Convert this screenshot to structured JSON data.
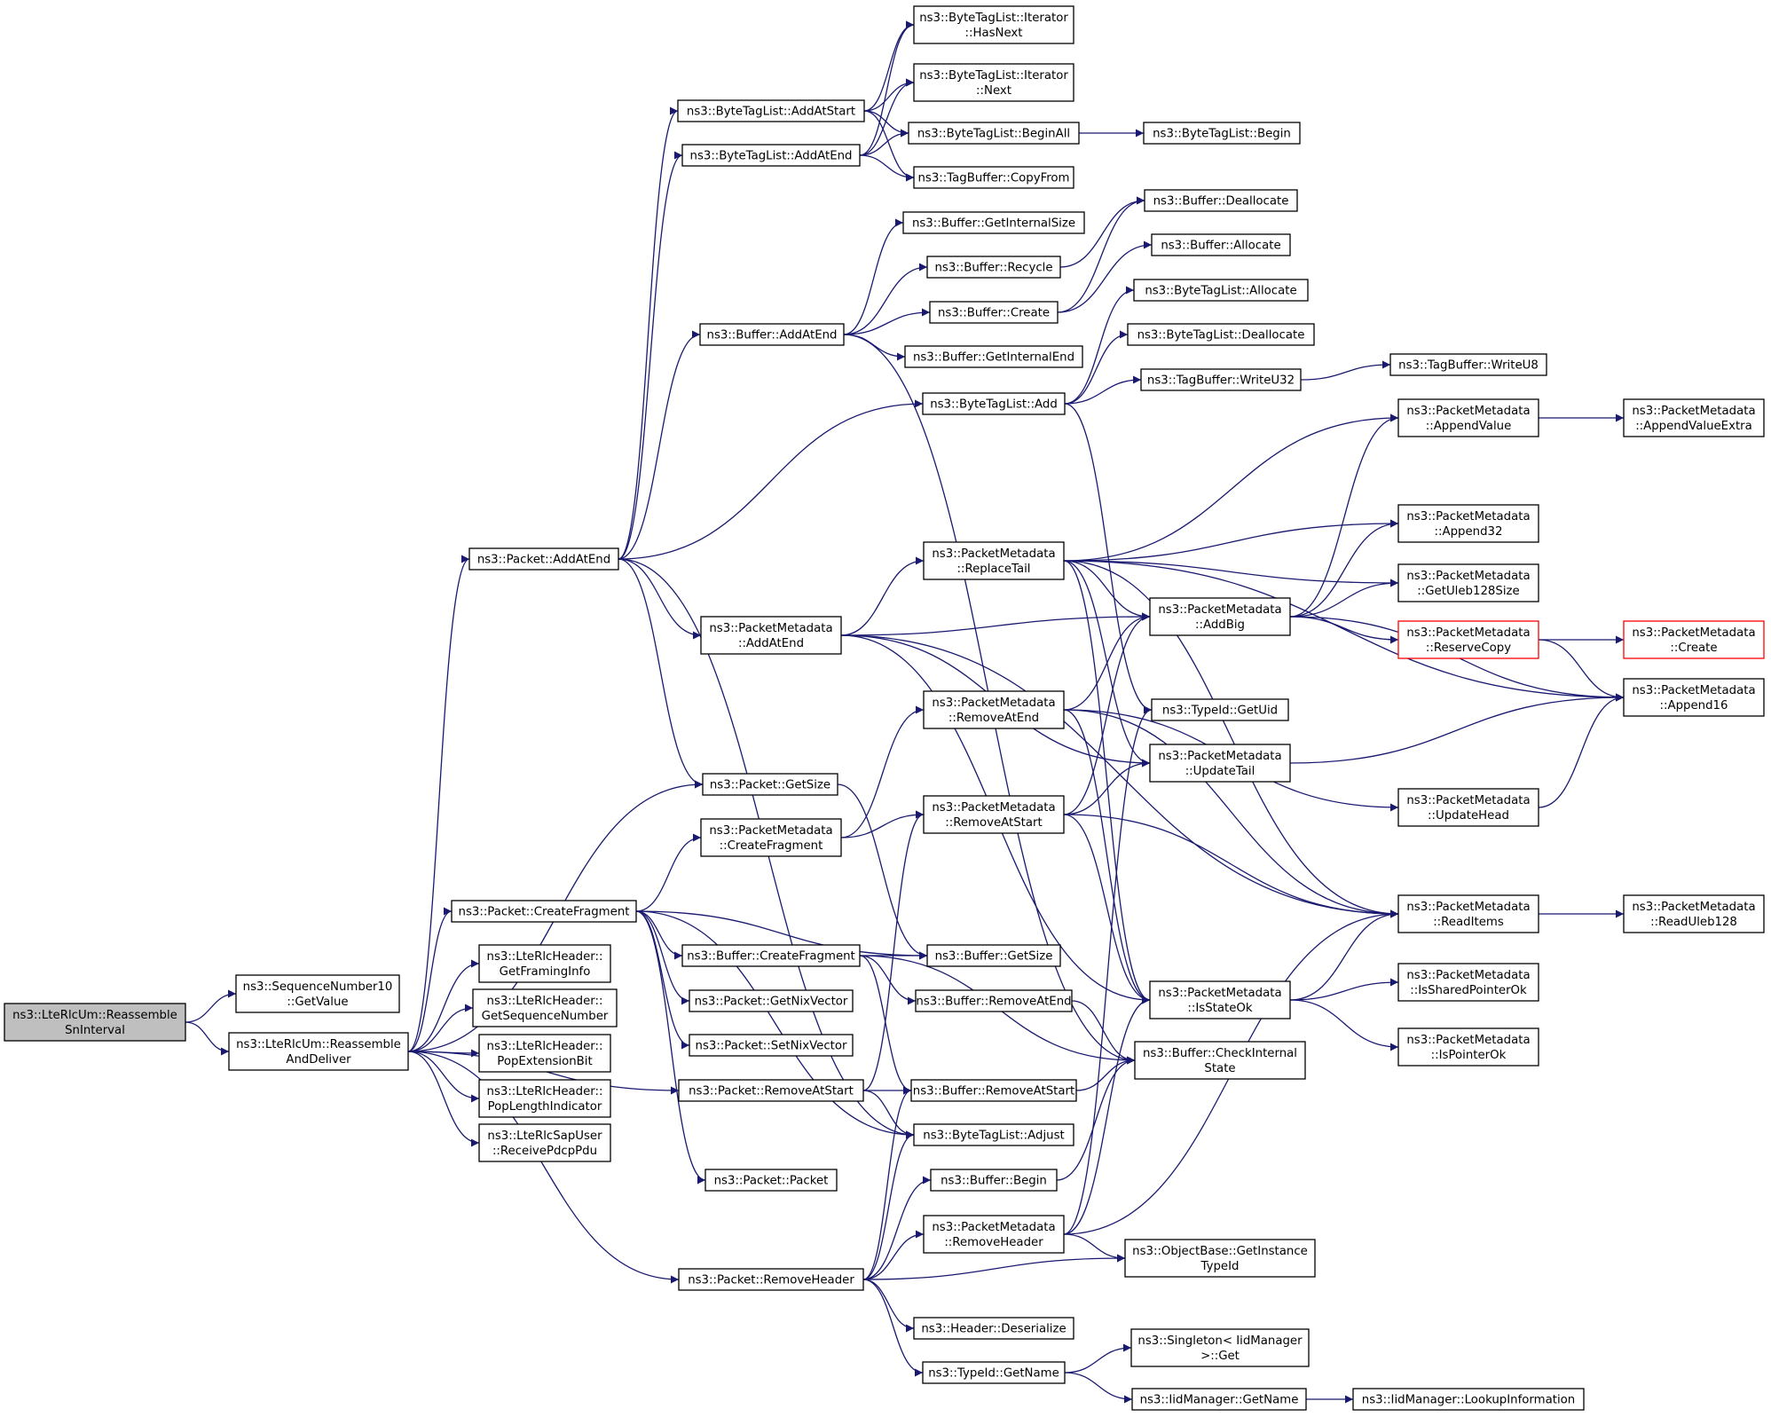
{
  "diagram": {
    "kind": "call-graph",
    "colors": {
      "edge": "#191970",
      "node_border": "#000000",
      "truncated_border": "#ff0000",
      "root_fill": "#bfbfbf",
      "node_fill": "#ffffff"
    },
    "nodes": [
      {
        "id": "reassembleSnInterval",
        "lines": [
          "ns3::LteRlcUm::Reassemble",
          "SnInterval"
        ],
        "style": "root"
      },
      {
        "id": "seqGetValue",
        "lines": [
          "ns3::SequenceNumber10",
          "::GetValue"
        ]
      },
      {
        "id": "reassembleAndDeliver",
        "lines": [
          "ns3::LteRlcUm::Reassemble",
          "AndDeliver"
        ]
      },
      {
        "id": "packetAddAtEnd",
        "lines": [
          "ns3::Packet::AddAtEnd"
        ]
      },
      {
        "id": "packetCreateFragment",
        "lines": [
          "ns3::Packet::CreateFragment"
        ]
      },
      {
        "id": "getFramingInfo",
        "lines": [
          "ns3::LteRlcHeader::",
          "GetFramingInfo"
        ]
      },
      {
        "id": "getSequenceNumber",
        "lines": [
          "ns3::LteRlcHeader::",
          "GetSequenceNumber"
        ]
      },
      {
        "id": "popExtensionBit",
        "lines": [
          "ns3::LteRlcHeader::",
          "PopExtensionBit"
        ]
      },
      {
        "id": "popLengthIndicator",
        "lines": [
          "ns3::LteRlcHeader::",
          "PopLengthIndicator"
        ]
      },
      {
        "id": "receivePdcpPdu",
        "lines": [
          "ns3::LteRlcSapUser",
          "::ReceivePdcpPdu"
        ]
      },
      {
        "id": "btlAddAtStart",
        "lines": [
          "ns3::ByteTagList::AddAtStart"
        ]
      },
      {
        "id": "btlAddAtEnd",
        "lines": [
          "ns3::ByteTagList::AddAtEnd"
        ]
      },
      {
        "id": "bufAddAtEnd",
        "lines": [
          "ns3::Buffer::AddAtEnd"
        ]
      },
      {
        "id": "pmAddAtEnd",
        "lines": [
          "ns3::PacketMetadata",
          "::AddAtEnd"
        ]
      },
      {
        "id": "packetGetSize",
        "lines": [
          "ns3::Packet::GetSize"
        ]
      },
      {
        "id": "pmCreateFragment",
        "lines": [
          "ns3::PacketMetadata",
          "::CreateFragment"
        ]
      },
      {
        "id": "bufCreateFragment",
        "lines": [
          "ns3::Buffer::CreateFragment"
        ]
      },
      {
        "id": "pktGetNixVector",
        "lines": [
          "ns3::Packet::GetNixVector"
        ]
      },
      {
        "id": "pktSetNixVector",
        "lines": [
          "ns3::Packet::SetNixVector"
        ]
      },
      {
        "id": "pktRemoveAtStart",
        "lines": [
          "ns3::Packet::RemoveAtStart"
        ]
      },
      {
        "id": "pktPacket",
        "lines": [
          "ns3::Packet::Packet"
        ]
      },
      {
        "id": "pktRemoveHeader",
        "lines": [
          "ns3::Packet::RemoveHeader"
        ]
      },
      {
        "id": "btlItHasNext",
        "lines": [
          "ns3::ByteTagList::Iterator",
          "::HasNext"
        ]
      },
      {
        "id": "btlItNext",
        "lines": [
          "ns3::ByteTagList::Iterator",
          "::Next"
        ]
      },
      {
        "id": "btlBeginAll",
        "lines": [
          "ns3::ByteTagList::BeginAll"
        ]
      },
      {
        "id": "tbCopyFrom",
        "lines": [
          "ns3::TagBuffer::CopyFrom"
        ]
      },
      {
        "id": "bufGetInternalSize",
        "lines": [
          "ns3::Buffer::GetInternalSize"
        ]
      },
      {
        "id": "bufRecycle",
        "lines": [
          "ns3::Buffer::Recycle"
        ]
      },
      {
        "id": "bufCreate",
        "lines": [
          "ns3::Buffer::Create"
        ]
      },
      {
        "id": "bufGetInternalEnd",
        "lines": [
          "ns3::Buffer::GetInternalEnd"
        ]
      },
      {
        "id": "btlAdd",
        "lines": [
          "ns3::ByteTagList::Add"
        ]
      },
      {
        "id": "pmReplaceTail",
        "lines": [
          "ns3::PacketMetadata",
          "::ReplaceTail"
        ]
      },
      {
        "id": "pmRemoveAtEnd",
        "lines": [
          "ns3::PacketMetadata",
          "::RemoveAtEnd"
        ]
      },
      {
        "id": "pmRemoveAtStart",
        "lines": [
          "ns3::PacketMetadata",
          "::RemoveAtStart"
        ]
      },
      {
        "id": "bufGetSize",
        "lines": [
          "ns3::Buffer::GetSize"
        ]
      },
      {
        "id": "bufRemoveAtEnd",
        "lines": [
          "ns3::Buffer::RemoveAtEnd"
        ]
      },
      {
        "id": "bufRemoveAtStart",
        "lines": [
          "ns3::Buffer::RemoveAtStart"
        ]
      },
      {
        "id": "btlAdjust",
        "lines": [
          "ns3::ByteTagList::Adjust"
        ]
      },
      {
        "id": "bufBegin",
        "lines": [
          "ns3::Buffer::Begin"
        ]
      },
      {
        "id": "pmRemoveHeader",
        "lines": [
          "ns3::PacketMetadata",
          "::RemoveHeader"
        ]
      },
      {
        "id": "headerDeserialize",
        "lines": [
          "ns3::Header::Deserialize"
        ]
      },
      {
        "id": "typeIdGetName",
        "lines": [
          "ns3::TypeId::GetName"
        ]
      },
      {
        "id": "btlBegin",
        "lines": [
          "ns3::ByteTagList::Begin"
        ]
      },
      {
        "id": "bufDeallocate",
        "lines": [
          "ns3::Buffer::Deallocate"
        ]
      },
      {
        "id": "bufAllocate",
        "lines": [
          "ns3::Buffer::Allocate"
        ]
      },
      {
        "id": "btlAllocate",
        "lines": [
          "ns3::ByteTagList::Allocate"
        ]
      },
      {
        "id": "btlDeallocate",
        "lines": [
          "ns3::ByteTagList::Deallocate"
        ]
      },
      {
        "id": "tbWriteU32",
        "lines": [
          "ns3::TagBuffer::WriteU32"
        ]
      },
      {
        "id": "pmAddBig",
        "lines": [
          "ns3::PacketMetadata",
          "::AddBig"
        ]
      },
      {
        "id": "typeIdGetUid",
        "lines": [
          "ns3::TypeId::GetUid"
        ]
      },
      {
        "id": "pmUpdateTail",
        "lines": [
          "ns3::PacketMetadata",
          "::UpdateTail"
        ]
      },
      {
        "id": "pmIsStateOk",
        "lines": [
          "ns3::PacketMetadata",
          "::IsStateOk"
        ]
      },
      {
        "id": "bufCheckInternalState",
        "lines": [
          "ns3::Buffer::CheckInternal",
          "State"
        ]
      },
      {
        "id": "objGetInstanceTypeId",
        "lines": [
          "ns3::ObjectBase::GetInstance",
          "TypeId"
        ]
      },
      {
        "id": "singletonGet",
        "lines": [
          "ns3::Singleton< IidManager",
          ">::Get"
        ]
      },
      {
        "id": "iidGetName",
        "lines": [
          "ns3::IidManager::GetName"
        ]
      },
      {
        "id": "tbWriteU8",
        "lines": [
          "ns3::TagBuffer::WriteU8"
        ]
      },
      {
        "id": "pmAppendValue",
        "lines": [
          "ns3::PacketMetadata",
          "::AppendValue"
        ]
      },
      {
        "id": "pmAppend32",
        "lines": [
          "ns3::PacketMetadata",
          "::Append32"
        ]
      },
      {
        "id": "pmGetUleb128Size",
        "lines": [
          "ns3::PacketMetadata",
          "::GetUleb128Size"
        ]
      },
      {
        "id": "pmReserveCopy",
        "lines": [
          "ns3::PacketMetadata",
          "::ReserveCopy"
        ],
        "style": "truncated"
      },
      {
        "id": "pmUpdateHead",
        "lines": [
          "ns3::PacketMetadata",
          "::UpdateHead"
        ]
      },
      {
        "id": "pmReadItems",
        "lines": [
          "ns3::PacketMetadata",
          "::ReadItems"
        ]
      },
      {
        "id": "pmIsSharedPointerOk",
        "lines": [
          "ns3::PacketMetadata",
          "::IsSharedPointerOk"
        ]
      },
      {
        "id": "pmIsPointerOk",
        "lines": [
          "ns3::PacketMetadata",
          "::IsPointerOk"
        ]
      },
      {
        "id": "iidLookupInformation",
        "lines": [
          "ns3::IidManager::LookupInformation"
        ]
      },
      {
        "id": "pmAppendValueExtra",
        "lines": [
          "ns3::PacketMetadata",
          "::AppendValueExtra"
        ]
      },
      {
        "id": "pmCreate",
        "lines": [
          "ns3::PacketMetadata",
          "::Create"
        ],
        "style": "truncated"
      },
      {
        "id": "pmAppend16",
        "lines": [
          "ns3::PacketMetadata",
          "::Append16"
        ]
      },
      {
        "id": "pmReadUleb128",
        "lines": [
          "ns3::PacketMetadata",
          "::ReadUleb128"
        ]
      }
    ],
    "edges": [
      [
        "reassembleSnInterval",
        "seqGetValue"
      ],
      [
        "reassembleSnInterval",
        "reassembleAndDeliver"
      ],
      [
        "reassembleAndDeliver",
        "packetAddAtEnd"
      ],
      [
        "reassembleAndDeliver",
        "packetGetSize"
      ],
      [
        "reassembleAndDeliver",
        "packetCreateFragment"
      ],
      [
        "reassembleAndDeliver",
        "getFramingInfo"
      ],
      [
        "reassembleAndDeliver",
        "getSequenceNumber"
      ],
      [
        "reassembleAndDeliver",
        "popExtensionBit"
      ],
      [
        "reassembleAndDeliver",
        "popLengthIndicator"
      ],
      [
        "reassembleAndDeliver",
        "receivePdcpPdu"
      ],
      [
        "reassembleAndDeliver",
        "pktRemoveAtStart"
      ],
      [
        "reassembleAndDeliver",
        "pktRemoveHeader"
      ],
      [
        "packetAddAtEnd",
        "btlAddAtStart"
      ],
      [
        "packetAddAtEnd",
        "btlAddAtEnd"
      ],
      [
        "packetAddAtEnd",
        "bufAddAtEnd"
      ],
      [
        "packetAddAtEnd",
        "btlAdd"
      ],
      [
        "packetAddAtEnd",
        "pmAddAtEnd"
      ],
      [
        "packetAddAtEnd",
        "packetGetSize"
      ],
      [
        "packetAddAtEnd",
        "btlAdjust"
      ],
      [
        "packetCreateFragment",
        "pmCreateFragment"
      ],
      [
        "packetCreateFragment",
        "bufCreateFragment"
      ],
      [
        "packetCreateFragment",
        "bufGetSize"
      ],
      [
        "packetCreateFragment",
        "pktGetNixVector"
      ],
      [
        "packetCreateFragment",
        "pktSetNixVector"
      ],
      [
        "packetCreateFragment",
        "pktPacket"
      ],
      [
        "packetCreateFragment",
        "btlAdjust"
      ],
      [
        "btlAddAtStart",
        "btlItHasNext"
      ],
      [
        "btlAddAtStart",
        "btlItNext"
      ],
      [
        "btlAddAtStart",
        "btlBeginAll"
      ],
      [
        "btlAddAtStart",
        "tbCopyFrom"
      ],
      [
        "btlAddAtEnd",
        "btlItHasNext"
      ],
      [
        "btlAddAtEnd",
        "btlItNext"
      ],
      [
        "btlAddAtEnd",
        "btlBeginAll"
      ],
      [
        "btlAddAtEnd",
        "tbCopyFrom"
      ],
      [
        "btlBeginAll",
        "btlBegin"
      ],
      [
        "bufAddAtEnd",
        "bufGetInternalSize"
      ],
      [
        "bufAddAtEnd",
        "bufRecycle"
      ],
      [
        "bufAddAtEnd",
        "bufCreate"
      ],
      [
        "bufAddAtEnd",
        "bufGetInternalEnd"
      ],
      [
        "bufAddAtEnd",
        "bufCheckInternalState"
      ],
      [
        "bufRecycle",
        "bufDeallocate"
      ],
      [
        "bufCreate",
        "bufDeallocate"
      ],
      [
        "bufCreate",
        "bufAllocate"
      ],
      [
        "btlAdd",
        "btlAllocate"
      ],
      [
        "btlAdd",
        "btlDeallocate"
      ],
      [
        "btlAdd",
        "tbWriteU32"
      ],
      [
        "btlAdd",
        "typeIdGetUid"
      ],
      [
        "tbWriteU32",
        "tbWriteU8"
      ],
      [
        "pmAddAtEnd",
        "pmReplaceTail"
      ],
      [
        "pmAddAtEnd",
        "pmAddBig"
      ],
      [
        "pmAddAtEnd",
        "pmUpdateTail"
      ],
      [
        "pmAddAtEnd",
        "pmIsStateOk"
      ],
      [
        "pmAddAtEnd",
        "pmReadItems"
      ],
      [
        "pmReplaceTail",
        "pmAppendValue"
      ],
      [
        "pmReplaceTail",
        "pmAppend32"
      ],
      [
        "pmReplaceTail",
        "pmGetUleb128Size"
      ],
      [
        "pmReplaceTail",
        "pmAddBig"
      ],
      [
        "pmReplaceTail",
        "pmAppend16"
      ],
      [
        "pmReplaceTail",
        "pmUpdateTail"
      ],
      [
        "pmReplaceTail",
        "pmIsStateOk"
      ],
      [
        "pmReplaceTail",
        "pmReadItems"
      ],
      [
        "pmAddBig",
        "pmAppendValue"
      ],
      [
        "pmAddBig",
        "pmAppend32"
      ],
      [
        "pmAddBig",
        "pmGetUleb128Size"
      ],
      [
        "pmAddBig",
        "pmReserveCopy"
      ],
      [
        "pmAddBig",
        "pmAppend16"
      ],
      [
        "pmAppendValue",
        "pmAppendValueExtra"
      ],
      [
        "pmReserveCopy",
        "pmCreate"
      ],
      [
        "pmReserveCopy",
        "pmAppend16"
      ],
      [
        "pmUpdateTail",
        "pmAppend16"
      ],
      [
        "pmUpdateHead",
        "pmAppend16"
      ],
      [
        "pmReadItems",
        "pmReadUleb128"
      ],
      [
        "pmIsStateOk",
        "pmIsSharedPointerOk"
      ],
      [
        "pmIsStateOk",
        "pmIsPointerOk"
      ],
      [
        "pmIsStateOk",
        "pmReadItems"
      ],
      [
        "packetGetSize",
        "bufGetSize"
      ],
      [
        "pmCreateFragment",
        "pmRemoveAtEnd"
      ],
      [
        "pmCreateFragment",
        "pmRemoveAtStart"
      ],
      [
        "pmRemoveAtEnd",
        "pmAddBig"
      ],
      [
        "pmRemoveAtEnd",
        "pmUpdateHead"
      ],
      [
        "pmRemoveAtEnd",
        "pmIsStateOk"
      ],
      [
        "pmRemoveAtEnd",
        "pmReadItems"
      ],
      [
        "pmRemoveAtStart",
        "pmAddBig"
      ],
      [
        "pmRemoveAtStart",
        "pmUpdateTail"
      ],
      [
        "pmRemoveAtStart",
        "pmIsStateOk"
      ],
      [
        "pmRemoveAtStart",
        "pmReadItems"
      ],
      [
        "bufCreateFragment",
        "bufGetSize"
      ],
      [
        "bufCreateFragment",
        "bufRemoveAtEnd"
      ],
      [
        "bufCreateFragment",
        "bufRemoveAtStart"
      ],
      [
        "bufCreateFragment",
        "bufCheckInternalState"
      ],
      [
        "bufRemoveAtEnd",
        "bufCheckInternalState"
      ],
      [
        "bufRemoveAtStart",
        "bufCheckInternalState"
      ],
      [
        "pktRemoveAtStart",
        "pmRemoveAtStart"
      ],
      [
        "pktRemoveAtStart",
        "bufRemoveAtStart"
      ],
      [
        "pktRemoveAtStart",
        "btlAdjust"
      ],
      [
        "pktRemoveHeader",
        "bufBegin"
      ],
      [
        "pktRemoveHeader",
        "pmRemoveHeader"
      ],
      [
        "pktRemoveHeader",
        "objGetInstanceTypeId"
      ],
      [
        "pktRemoveHeader",
        "headerDeserialize"
      ],
      [
        "pktRemoveHeader",
        "typeIdGetName"
      ],
      [
        "pktRemoveHeader",
        "btlAdjust"
      ],
      [
        "pktRemoveHeader",
        "bufRemoveAtStart"
      ],
      [
        "bufBegin",
        "bufCheckInternalState"
      ],
      [
        "pmRemoveHeader",
        "objGetInstanceTypeId"
      ],
      [
        "pmRemoveHeader",
        "typeIdGetUid"
      ],
      [
        "pmRemoveHeader",
        "pmIsStateOk"
      ],
      [
        "pmRemoveHeader",
        "pmReadItems"
      ],
      [
        "typeIdGetName",
        "singletonGet"
      ],
      [
        "typeIdGetName",
        "iidGetName"
      ],
      [
        "iidGetName",
        "iidLookupInformation"
      ]
    ]
  }
}
